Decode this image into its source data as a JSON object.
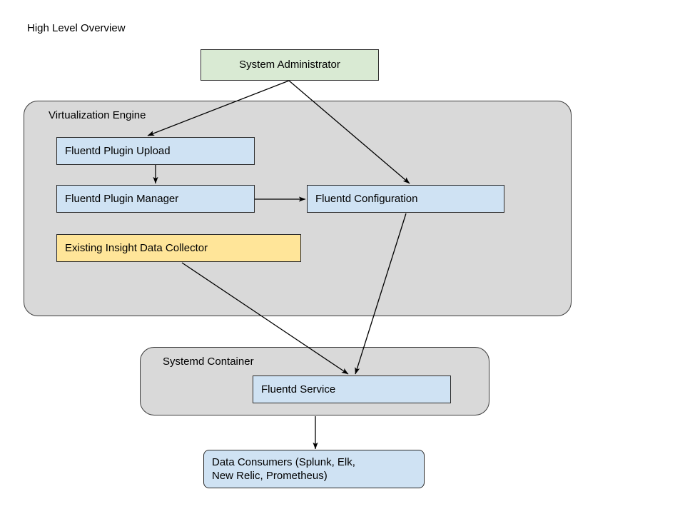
{
  "diagram": {
    "title": "High Level Overview",
    "groups": [
      {
        "id": "virtualization-engine",
        "label": "Virtualization Engine"
      },
      {
        "id": "systemd-container",
        "label": "Systemd Container"
      }
    ],
    "nodes": [
      {
        "id": "system-administrator",
        "label": "System Administrator",
        "color": "#d9ead3"
      },
      {
        "id": "fluentd-plugin-upload",
        "label": "Fluentd Plugin Upload",
        "color": "#cfe2f3"
      },
      {
        "id": "fluentd-plugin-manager",
        "label": "Fluentd Plugin Manager",
        "color": "#cfe2f3"
      },
      {
        "id": "fluentd-configuration",
        "label": "Fluentd Configuration",
        "color": "#cfe2f3"
      },
      {
        "id": "existing-insight-data-collector",
        "label": "Existing Insight Data Collector",
        "color": "#ffe599"
      },
      {
        "id": "fluentd-service",
        "label": "Fluentd Service",
        "color": "#cfe2f3"
      },
      {
        "id": "data-consumers-line1",
        "label": "Data Consumers (Splunk, Elk,",
        "color": "#cfe2f3"
      },
      {
        "id": "data-consumers-line2",
        "label": "New Relic, Prometheus)",
        "color": "#cfe2f3"
      }
    ],
    "edges": [
      {
        "from": "system-administrator",
        "to": "fluentd-plugin-upload"
      },
      {
        "from": "system-administrator",
        "to": "fluentd-configuration"
      },
      {
        "from": "fluentd-plugin-upload",
        "to": "fluentd-plugin-manager"
      },
      {
        "from": "fluentd-plugin-manager",
        "to": "fluentd-configuration"
      },
      {
        "from": "existing-insight-data-collector",
        "to": "fluentd-service"
      },
      {
        "from": "fluentd-configuration",
        "to": "fluentd-service"
      },
      {
        "from": "fluentd-service",
        "to": "data-consumers"
      }
    ],
    "colors": {
      "group_fill": "#d9d9d9",
      "group_stroke": "#3a3a3a",
      "node_stroke": "#2b2b2b",
      "edge_stroke": "#000000",
      "background": "#ffffff"
    }
  }
}
